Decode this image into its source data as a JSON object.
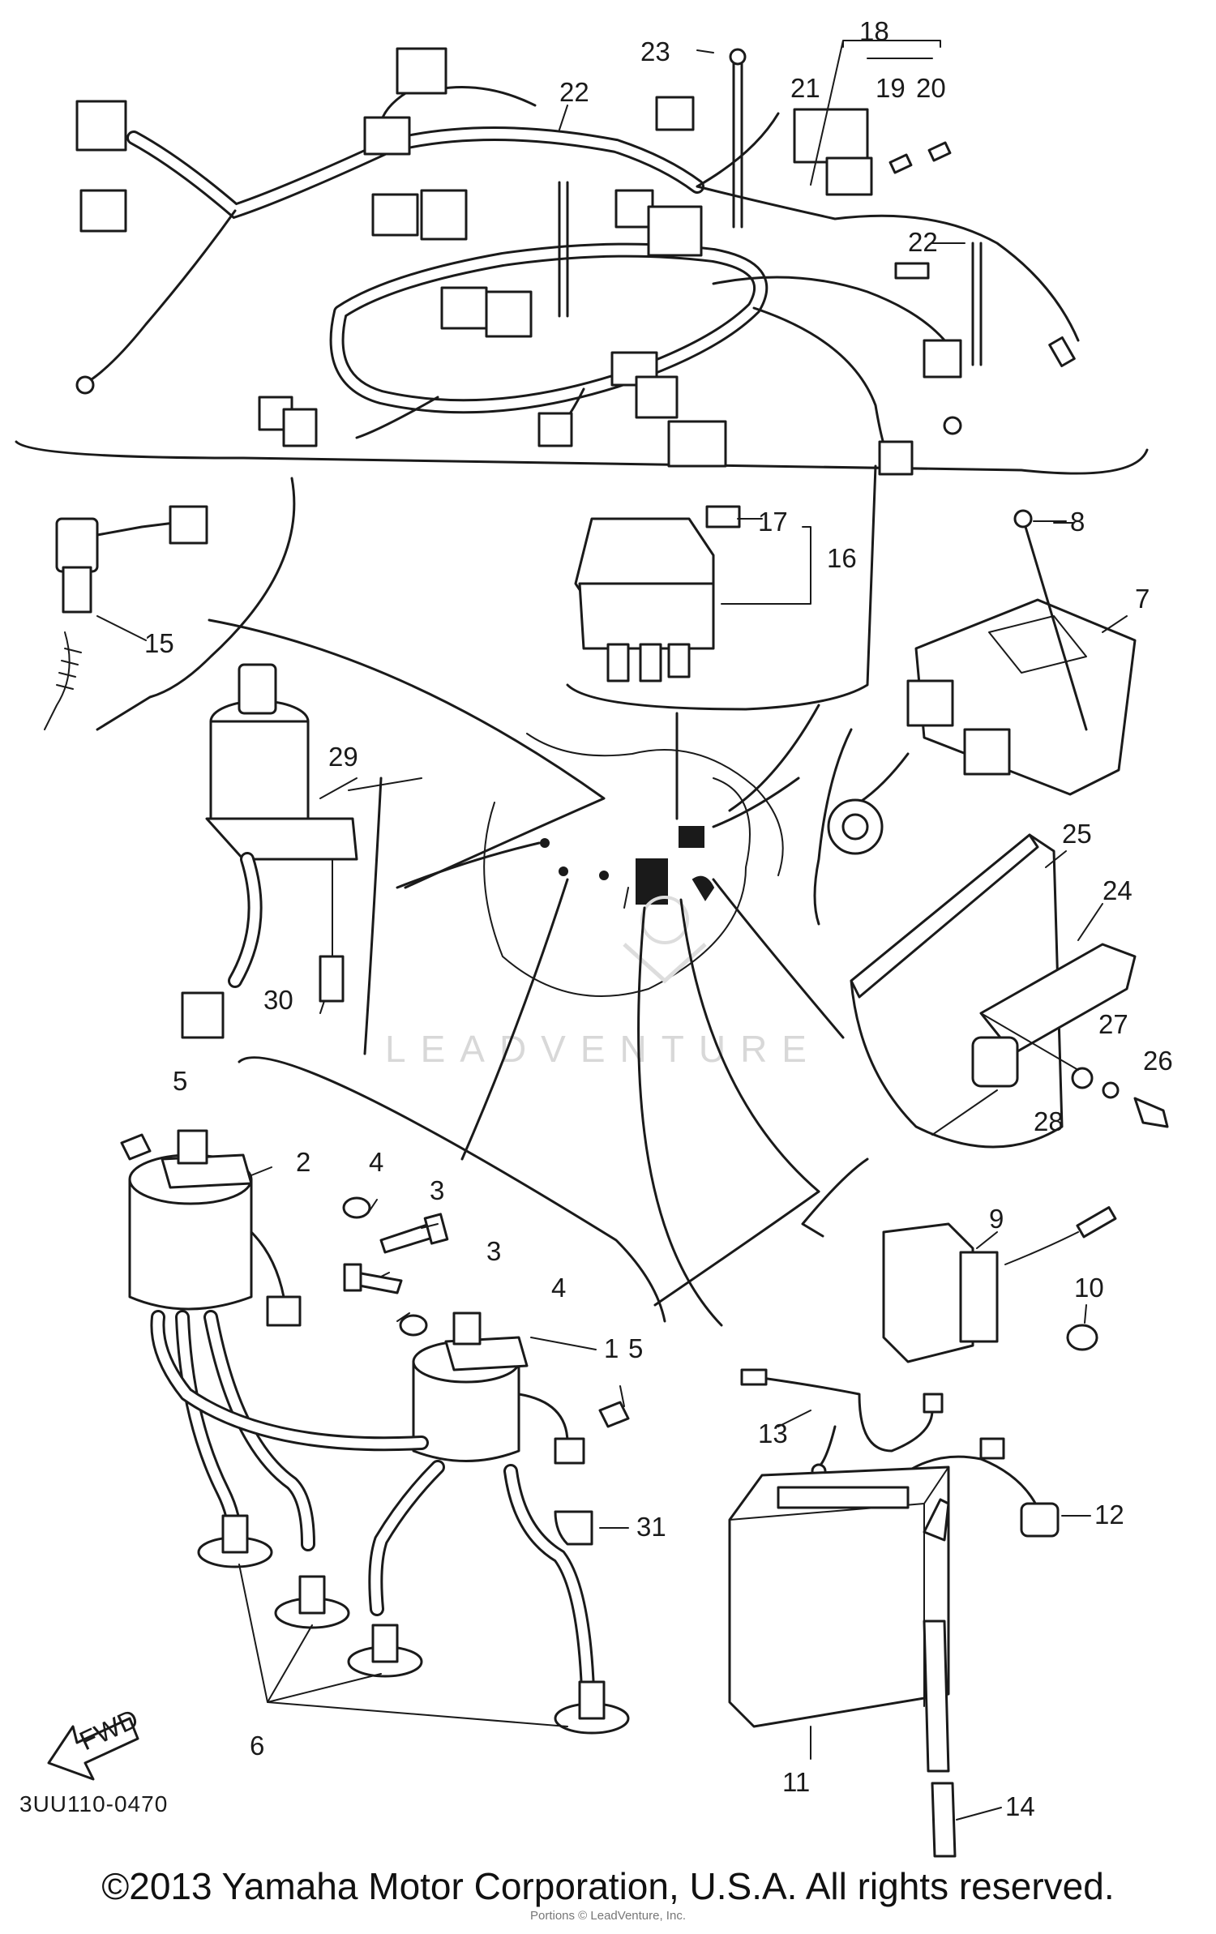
{
  "diagram": {
    "code": "3UU110-0470",
    "watermark": "LEADVENTURE",
    "fwd_label": "FWD",
    "copyright": "©2013 Yamaha Motor Corporation, U.S.A. All rights reserved.",
    "credit": "Portions © LeadVenture, Inc."
  },
  "callouts": {
    "c1": "1",
    "c2": "2",
    "c3a": "3",
    "c3b": "3",
    "c4a": "4",
    "c4b": "4",
    "c5a": "5",
    "c5b": "5",
    "c6": "6",
    "c7": "7",
    "c8": "8",
    "c9": "9",
    "c10": "10",
    "c11": "11",
    "c12": "12",
    "c13": "13",
    "c14": "14",
    "c15": "15",
    "c16": "16",
    "c17": "17",
    "c18": "18",
    "c19": "19",
    "c20": "20",
    "c21": "21",
    "c22a": "22",
    "c22b": "22",
    "c23": "23",
    "c24": "24",
    "c25": "25",
    "c26": "26",
    "c27": "27",
    "c28": "28",
    "c29": "29",
    "c30": "30",
    "c31": "31"
  }
}
